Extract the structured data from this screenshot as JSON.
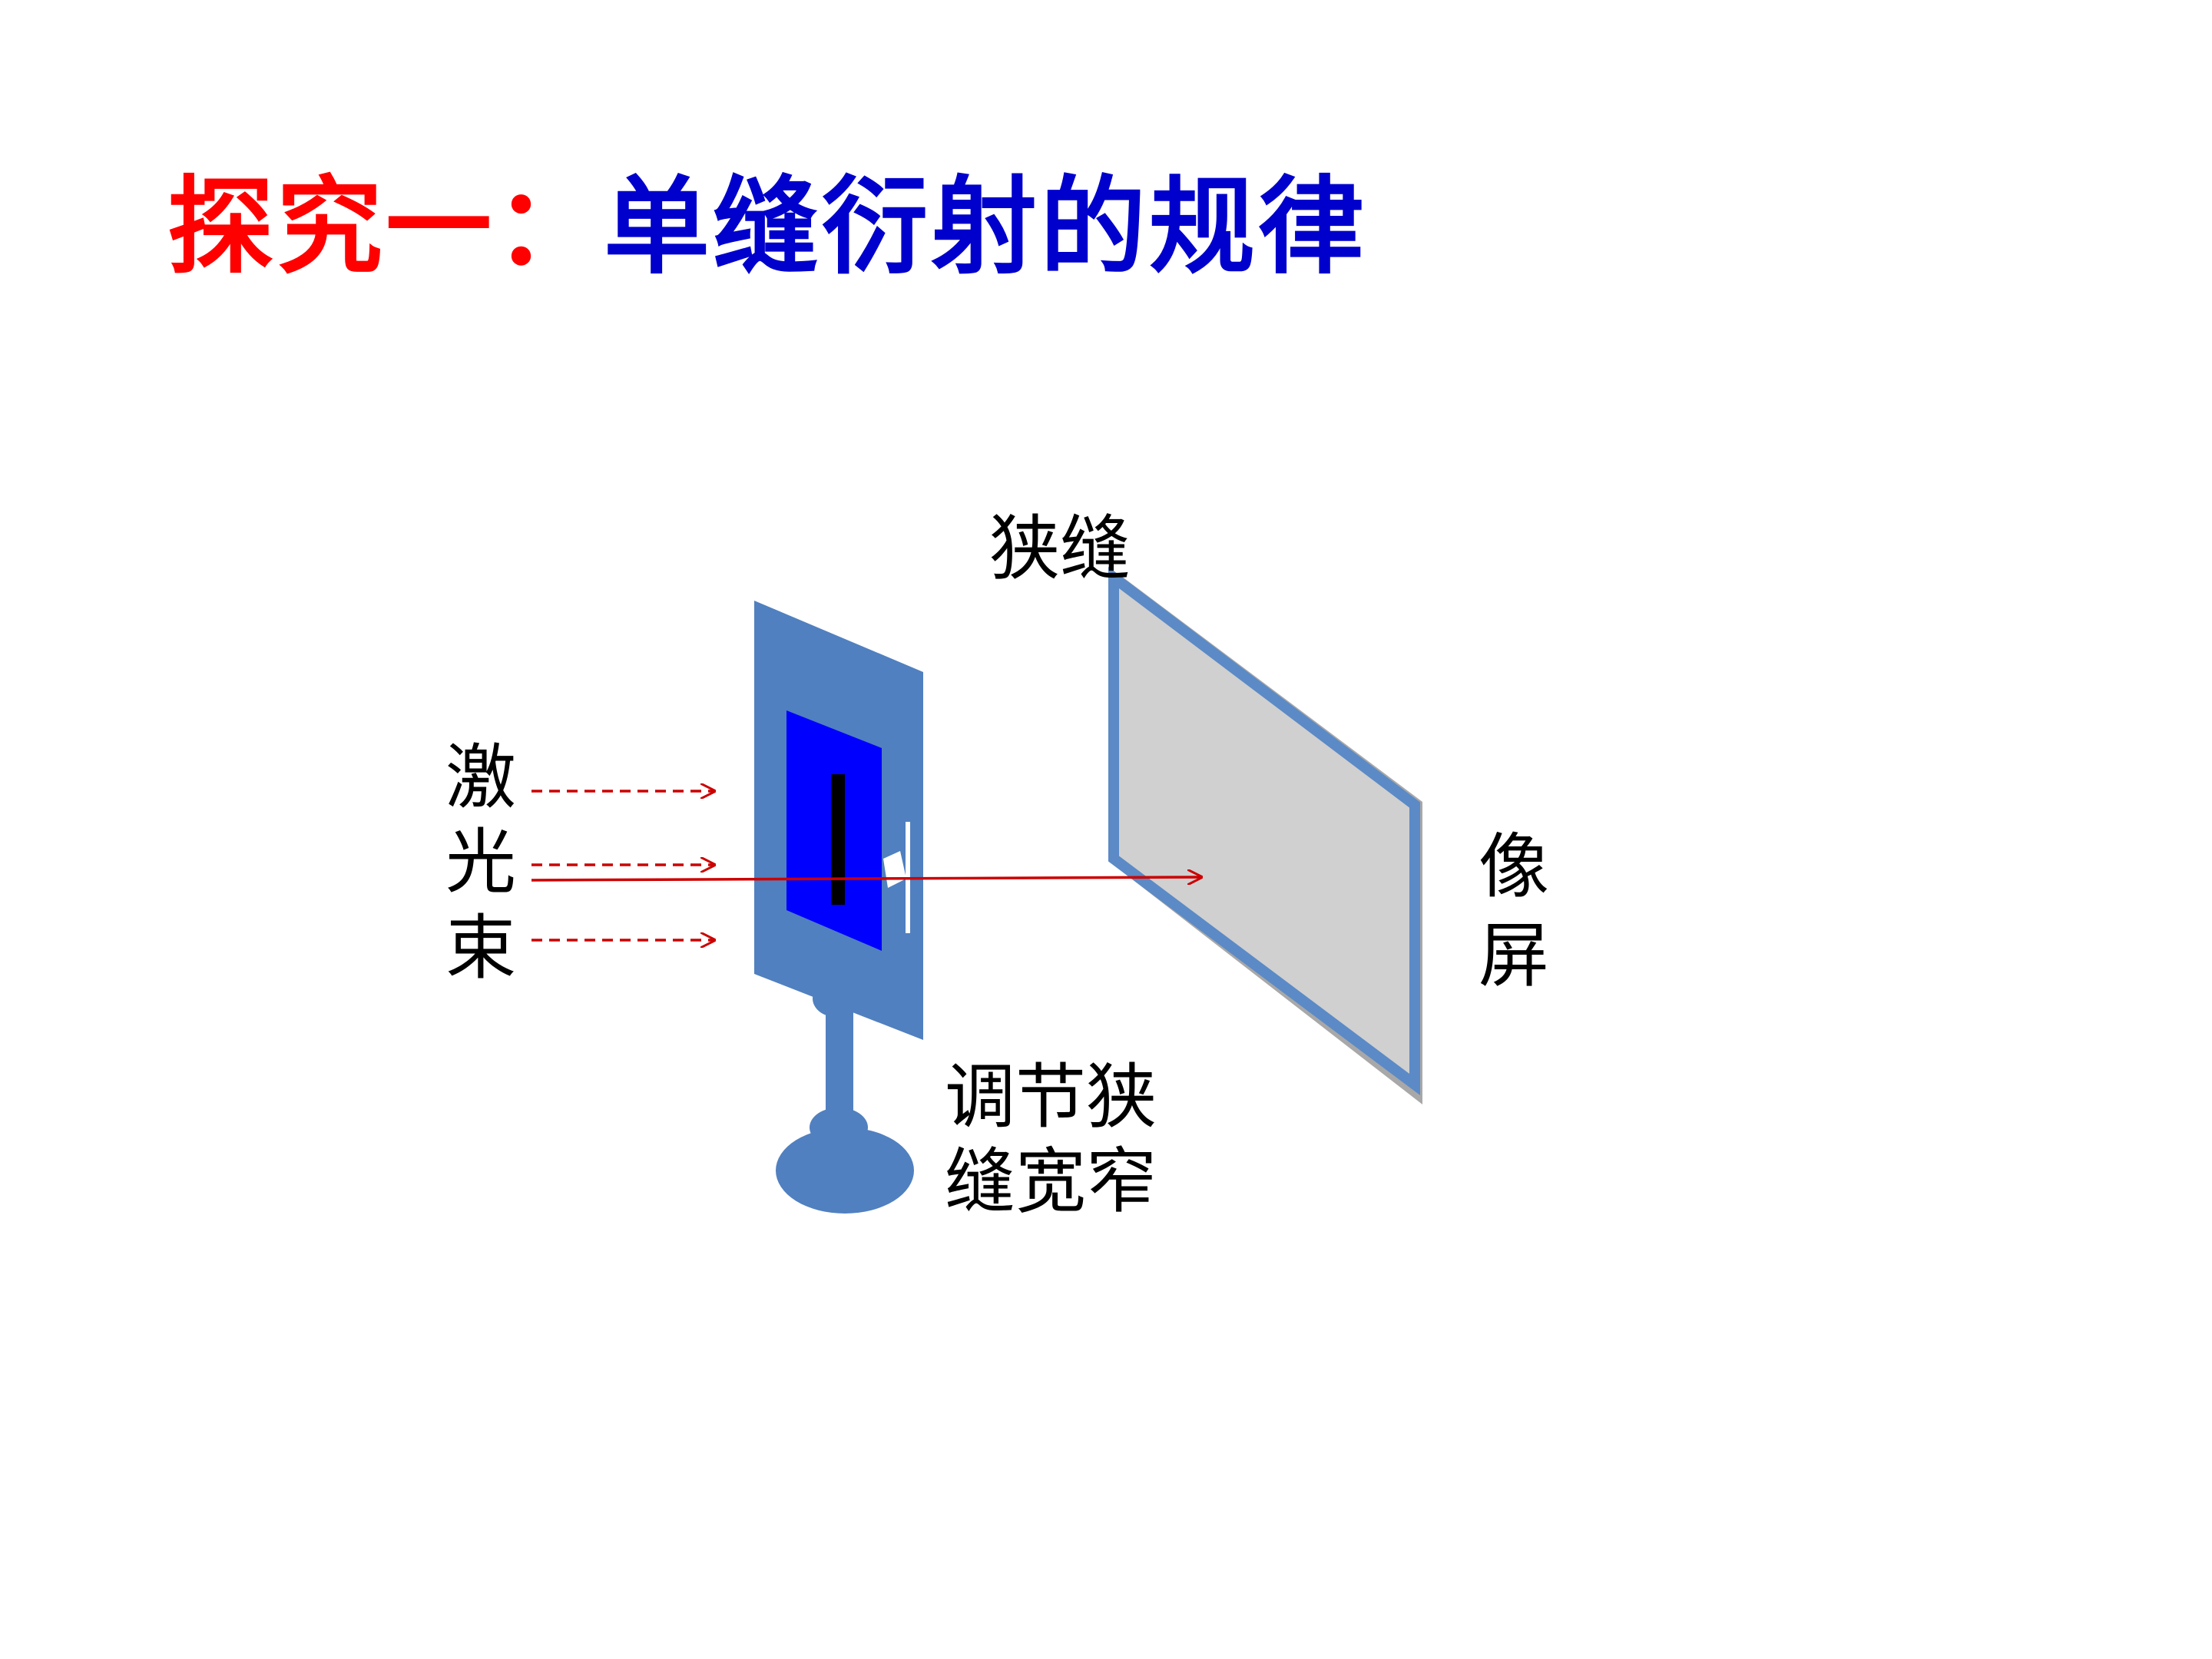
{
  "title": {
    "part1": "探究一：",
    "part2": "单缝衍射的规律"
  },
  "labels": {
    "slit": "狭缝",
    "laser": [
      "激",
      "光",
      "束"
    ],
    "screen": [
      "像",
      "屏"
    ],
    "adjust": [
      "调节狭",
      "缝宽窄"
    ]
  },
  "colors": {
    "title_red": "#ff0000",
    "title_blue": "#0000cc",
    "holder": "#5080bf",
    "slit_window": "#0000ff",
    "slit": "#000000",
    "screen_frame": "#5b8ac6",
    "screen_surface": "#d0d0d0",
    "laser": "#cc0000"
  }
}
